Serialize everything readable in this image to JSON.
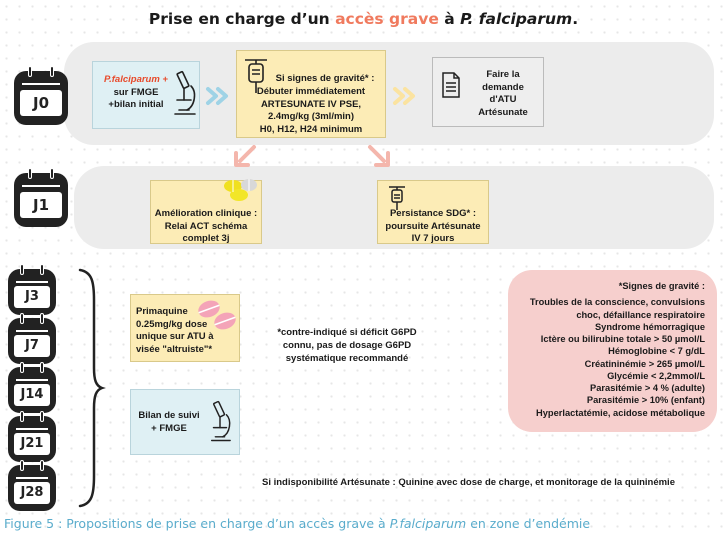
{
  "title": {
    "part1": "Prise en charge d’un ",
    "part2": "accès grave",
    "part3": " à ",
    "part4": "P. falciparum",
    "part5": "."
  },
  "days": [
    "J0",
    "J1",
    "J3",
    "J7",
    "J14",
    "J21",
    "J28"
  ],
  "boxes": {
    "diagnosis": {
      "organism": "P.falciparum +",
      "line2": "sur FMGE",
      "line3": "+bilan initial"
    },
    "severity_treatment": {
      "line1": "Si signes de gravité* :",
      "line2": "Débuter immédiatement",
      "line3": "ARTESUNATE IV PSE,",
      "line4": "2.4mg/kg (3ml/min)",
      "line5": "H0, H12, H24 minimum"
    },
    "atu_request": {
      "line1": "Faire la",
      "line2": "demande",
      "line3": "d'ATU",
      "line4": "Artésunate"
    },
    "improvement": {
      "line1": "Amélioration clinique :",
      "line2": "Relai ACT schéma",
      "line3": "complet 3j"
    },
    "persistence": {
      "line1": "Persistance SDG* :",
      "line2": "poursuite Artésunate",
      "line3": "IV 7 jours"
    },
    "primaquine": {
      "line1": "Primaquine",
      "line2": "0.25mg/kg dose",
      "line3": "unique sur ATU à",
      "line4": "visée \"altruiste\"*"
    },
    "followup": {
      "line1": "Bilan de suivi",
      "line2": "+ FMGE"
    }
  },
  "primaquine_note": {
    "line1": "*contre-indiqué si déficit G6PD",
    "line2": "connu, pas de dosage G6PD",
    "line3": "systématique recommandé"
  },
  "severity_signs": {
    "title": "*Signes de gravité :",
    "items": [
      "Troubles de la conscience, convulsions",
      "choc, défaillance respiratoire",
      "Syndrome hémorragique",
      "Ictère ou bilirubine totale > 50 µmol/L",
      "Hémoglobine < 7 g/dL",
      "Créatininémie > 265 µmol/L",
      "Glycémie < 2,2mmol/L",
      "Parasitémie > 4 % (adulte)",
      "Parasitémie > 10% (enfant)",
      "Hyperlactatémie, acidose métabolique"
    ]
  },
  "alternative_note": "Si indisponibilité Artésunate : Quinine avec dose de charge, et monitorage de la quininémie",
  "caption": {
    "part1": "Figure 5 : Propositions de prise en charge d’un accès grave à ",
    "part2": "P.falciparum",
    "part3": " en zone d’endémie"
  },
  "colors": {
    "accent_coral": "#f07a5e",
    "yellow_box": "#fcecb6",
    "blue_box": "#dff0f4",
    "pink_box": "#f6cfcd",
    "band_grey": "#ececec",
    "caption_blue": "#5aaccc",
    "organism_red": "#e84a2b"
  },
  "icons": [
    "microscope-icon",
    "iv-bag-icon",
    "document-icon",
    "pills-icon",
    "tablets-icon",
    "calendar-icon"
  ]
}
